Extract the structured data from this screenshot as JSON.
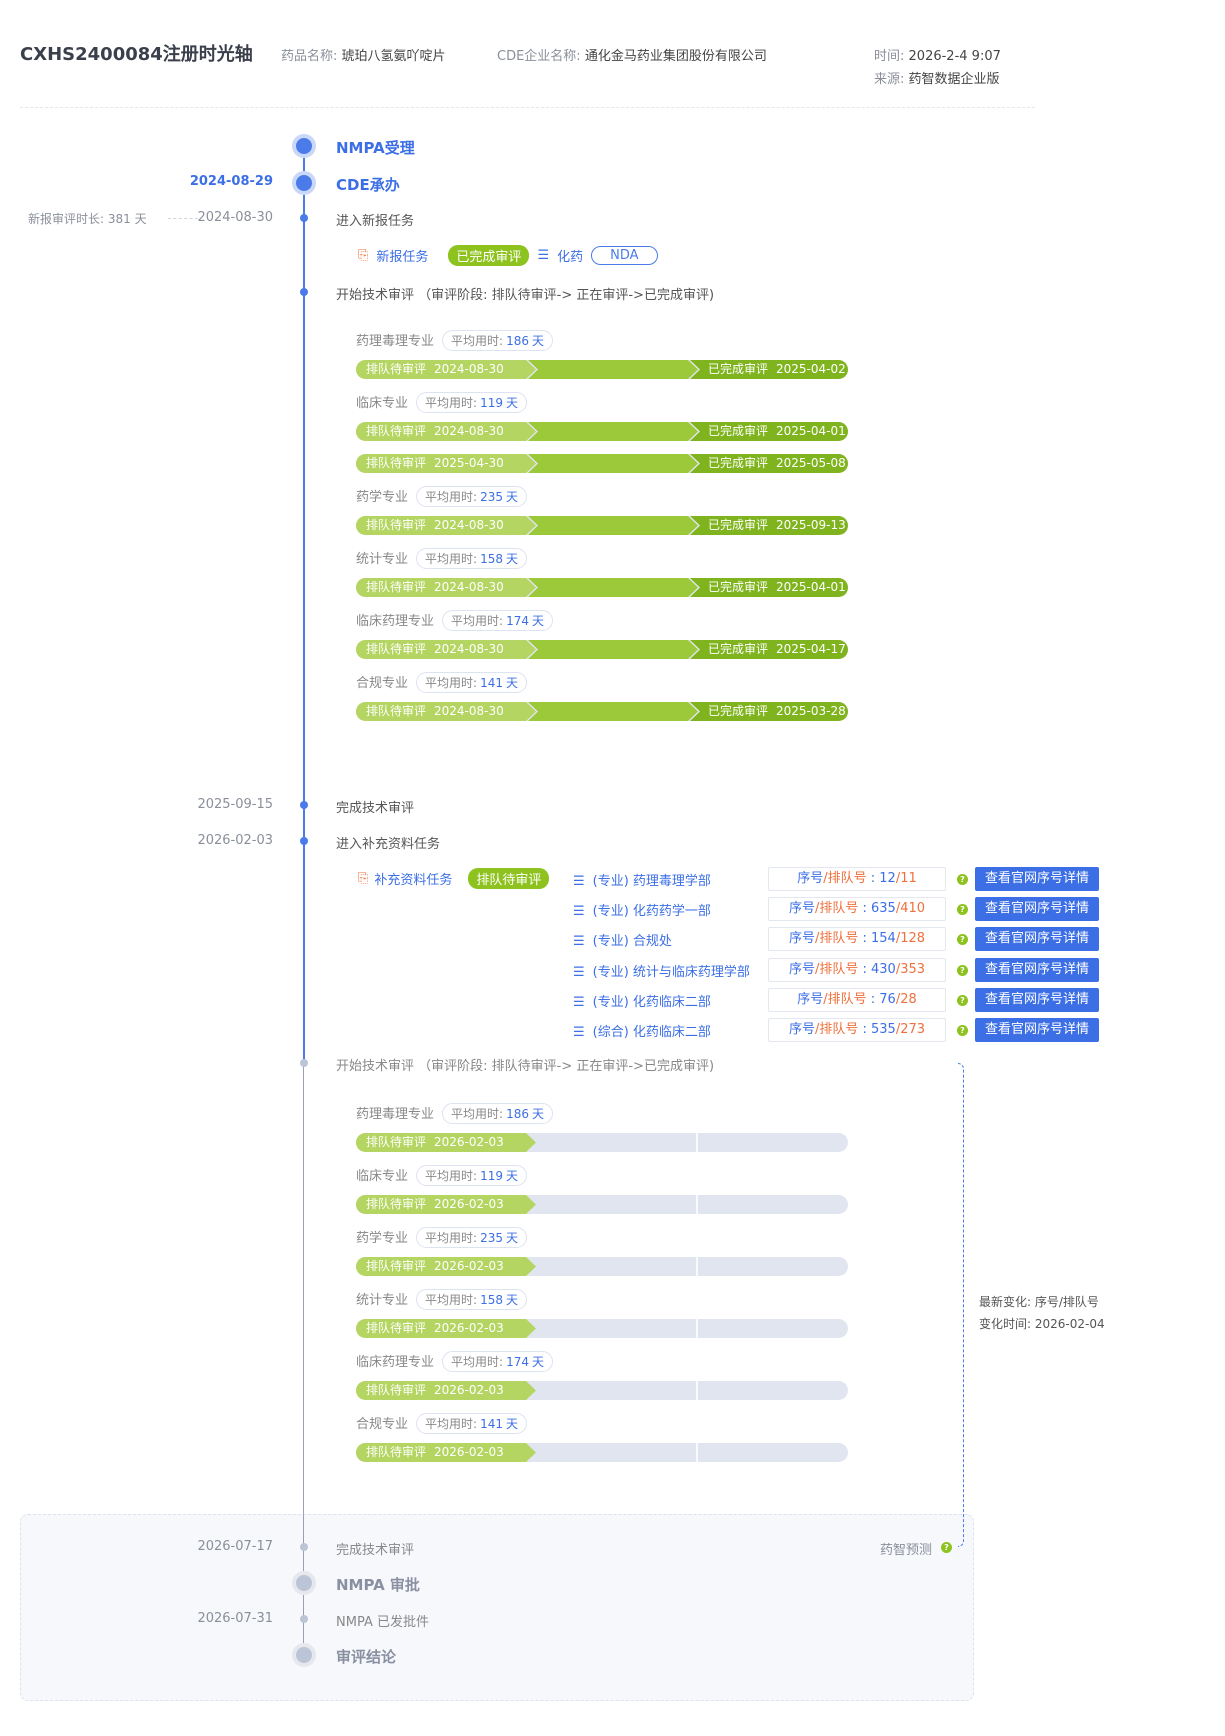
{
  "header": {
    "title": "CXHS2400084注册时光轴",
    "drug_label": "药品名称:",
    "drug_value": "琥珀八氢氨吖啶片",
    "company_label": "CDE企业名称:",
    "company_value": "通化金马药业集团股份有限公司",
    "time_label": "时间:",
    "time_value": "2026-2-4 9:07",
    "source_label": "来源:",
    "source_value": "药智数据企业版"
  },
  "timeline": {
    "nmpa_accept": "NMPA受理",
    "cde_date": "2024-08-29",
    "cde": "CDE承办",
    "review_duration": "新报审评时长: 381 天",
    "new_task_date": "2024-08-30",
    "new_task": "进入新报任务",
    "task_label": "新报任务",
    "task_status": "已完成审评",
    "drug_type": "化药",
    "app_type": "NDA",
    "tech_review_start": "开始技术审评 （审评阶段: 排队待审评-> 正在审评->已完成审评)",
    "tech_done_date": "2025-09-15",
    "tech_done": "完成技术审评",
    "supp_date": "2026-02-03",
    "supp": "进入补充资料任务",
    "supp_label": "补充资料任务",
    "supp_status": "排队待审评",
    "tech_review_start2": "开始技术审评 （审评阶段: 排队待审评-> 正在审评->已完成审评)",
    "pred_done_date": "2026-07-17",
    "pred_done": "完成技术审评",
    "predict_label": "药智预测",
    "nmpa_approve": "NMPA 审批",
    "issued_date": "2026-07-31",
    "issued": "NMPA 已发批件",
    "conclusion": "审评结论",
    "latest_change": "最新变化: 序号/排队号",
    "change_time": "变化时间: 2026-02-04"
  },
  "avg_prefix": "平均用时:",
  "days_suffix": "天",
  "queue_label": "排队待审评",
  "done_label": "已完成审评",
  "tracks1": [
    {
      "name": "药理毒理专业",
      "avg": "186",
      "bars": [
        [
          "2024-08-30",
          "2025-04-02"
        ]
      ]
    },
    {
      "name": "临床专业",
      "avg": "119",
      "bars": [
        [
          "2024-08-30",
          "2025-04-01"
        ],
        [
          "2025-04-30",
          "2025-05-08"
        ]
      ]
    },
    {
      "name": "药学专业",
      "avg": "235",
      "bars": [
        [
          "2024-08-30",
          "2025-09-13"
        ]
      ]
    },
    {
      "name": "统计专业",
      "avg": "158",
      "bars": [
        [
          "2024-08-30",
          "2025-04-01"
        ]
      ]
    },
    {
      "name": "临床药理专业",
      "avg": "174",
      "bars": [
        [
          "2024-08-30",
          "2025-04-17"
        ]
      ]
    },
    {
      "name": "合规专业",
      "avg": "141",
      "bars": [
        [
          "2024-08-30",
          "2025-03-28"
        ]
      ]
    }
  ],
  "tracks2": [
    {
      "name": "药理毒理专业",
      "avg": "186",
      "bars": [
        [
          "2026-02-03",
          null
        ]
      ]
    },
    {
      "name": "临床专业",
      "avg": "119",
      "bars": [
        [
          "2026-02-03",
          null
        ]
      ]
    },
    {
      "name": "药学专业",
      "avg": "235",
      "bars": [
        [
          "2026-02-03",
          null
        ]
      ]
    },
    {
      "name": "统计专业",
      "avg": "158",
      "bars": [
        [
          "2026-02-03",
          null
        ]
      ]
    },
    {
      "name": "临床药理专业",
      "avg": "174",
      "bars": [
        [
          "2026-02-03",
          null
        ]
      ]
    },
    {
      "name": "合规专业",
      "avg": "141",
      "bars": [
        [
          "2026-02-03",
          null
        ]
      ]
    }
  ],
  "seq_prefix": "序号",
  "queue_prefix": "/排队号",
  "detail_button": "查看官网序号详情",
  "departments": [
    {
      "name": "(专业) 药理毒理学部",
      "seq": "12",
      "queue": "11"
    },
    {
      "name": "(专业) 化药药学一部",
      "seq": "635",
      "queue": "410"
    },
    {
      "name": "(专业) 合规处",
      "seq": "154",
      "queue": "128"
    },
    {
      "name": "(专业) 统计与临床药理学部",
      "seq": "430",
      "queue": "353"
    },
    {
      "name": "(专业) 化药临床二部",
      "seq": "76",
      "queue": "28"
    },
    {
      "name": "(综合) 化药临床二部",
      "seq": "535",
      "queue": "273"
    }
  ]
}
